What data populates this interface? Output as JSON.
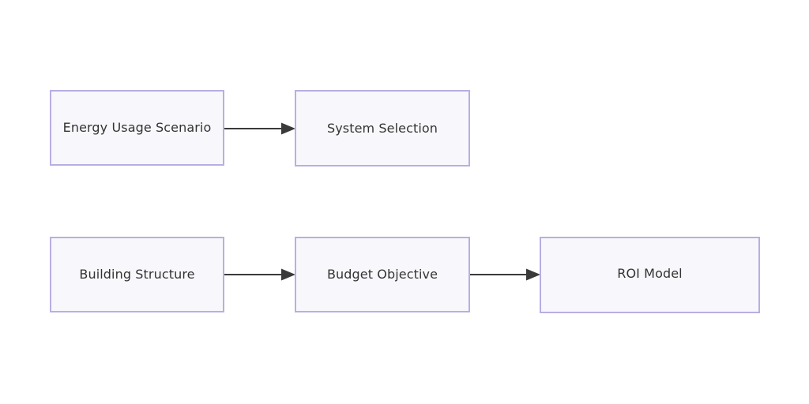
{
  "diagram": {
    "type": "flowchart",
    "background_color": "#ffffff",
    "node_fill_color": "#f8f8fc",
    "node_border_color": "#b9aee4",
    "node_text_color": "#333333",
    "edge_color": "#3a3a3a",
    "nodes": [
      {
        "id": "energy-usage-scenario",
        "label": "Energy Usage Scenario",
        "row": "top"
      },
      {
        "id": "system-selection",
        "label": "System Selection",
        "row": "top"
      },
      {
        "id": "building-structure",
        "label": "Building Structure",
        "row": "bottom"
      },
      {
        "id": "budget-objective",
        "label": "Budget Objective",
        "row": "bottom"
      },
      {
        "id": "roi-model",
        "label": "ROI Model",
        "row": "bottom"
      }
    ],
    "edges": [
      {
        "id": "energy-to-system",
        "from": "energy-usage-scenario",
        "to": "system-selection",
        "label": "",
        "arrowhead": "solid-triangle"
      },
      {
        "id": "building-to-budget",
        "from": "building-structure",
        "to": "budget-objective",
        "label": "",
        "arrowhead": "solid-triangle"
      },
      {
        "id": "budget-to-roi",
        "from": "budget-objective",
        "to": "roi-model",
        "label": "",
        "arrowhead": "solid-triangle"
      }
    ]
  }
}
